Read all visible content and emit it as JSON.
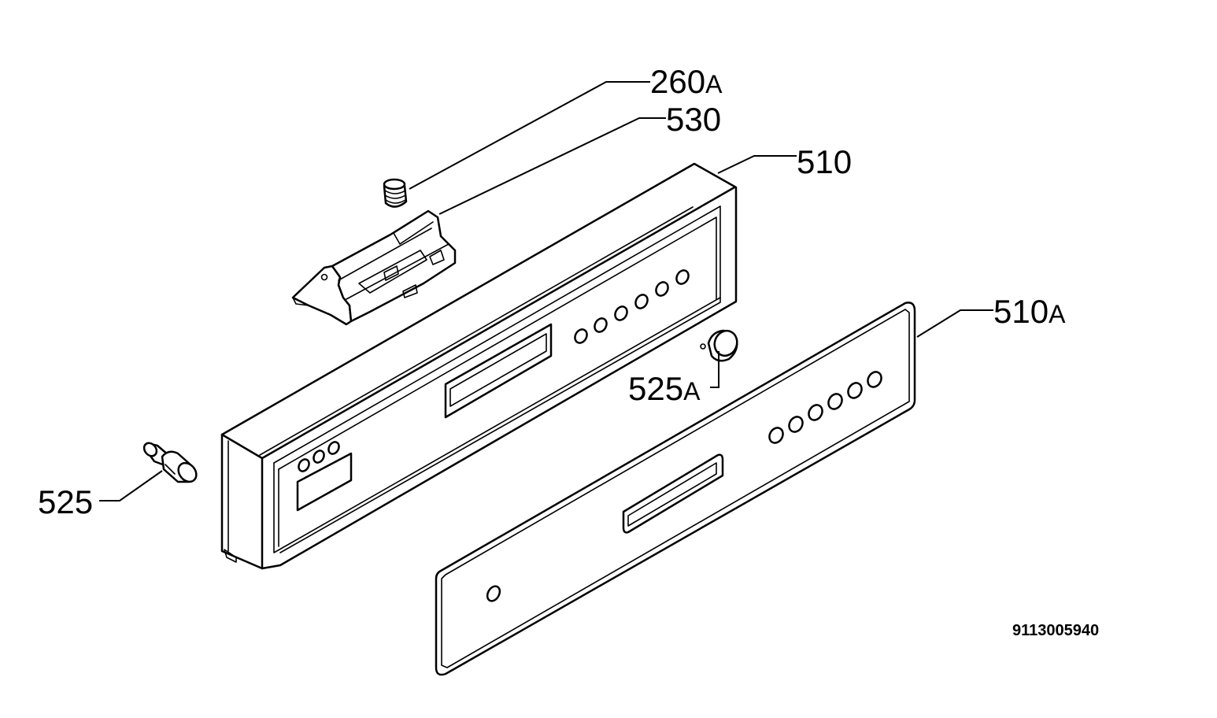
{
  "diagram": {
    "labels": [
      {
        "id": "260a",
        "number": "260",
        "suffix": "A"
      },
      {
        "id": "530",
        "number": "530",
        "suffix": ""
      },
      {
        "id": "510",
        "number": "510",
        "suffix": ""
      },
      {
        "id": "510a",
        "number": "510",
        "suffix": "A"
      },
      {
        "id": "525a",
        "number": "525",
        "suffix": "A"
      },
      {
        "id": "525",
        "number": "525",
        "suffix": ""
      }
    ],
    "drawing_number": "9113005940"
  }
}
